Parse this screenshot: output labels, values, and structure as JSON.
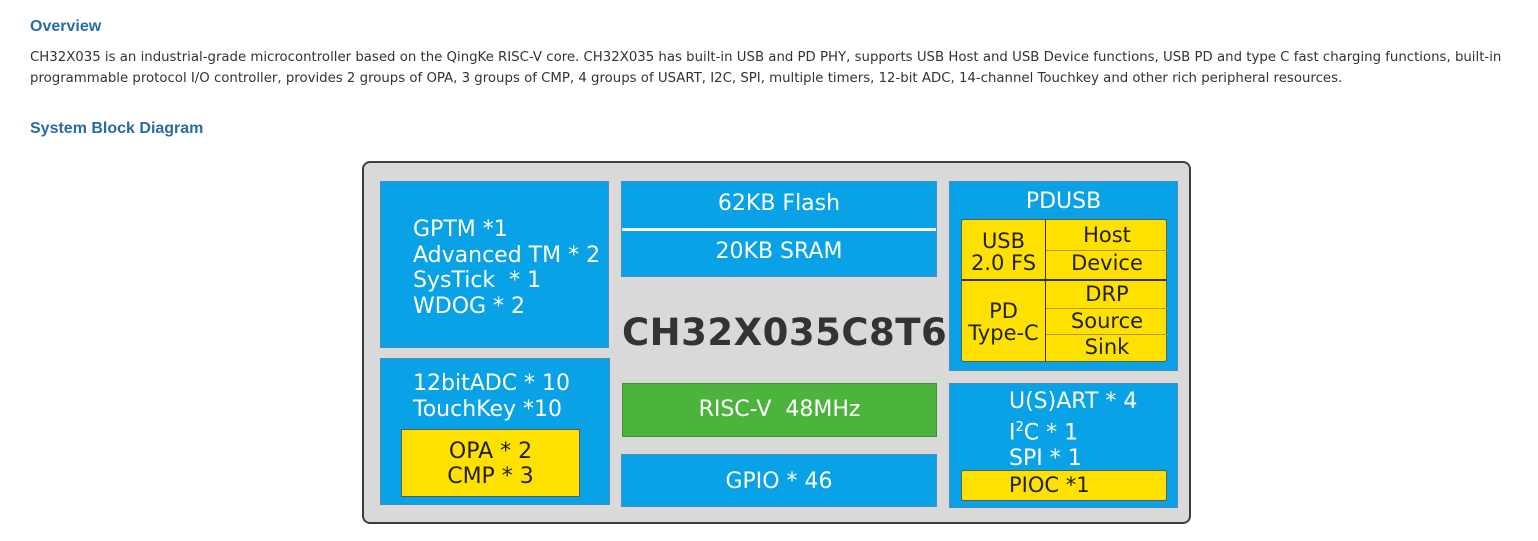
{
  "overview": {
    "heading": "Overview",
    "text": "CH32X035 is an industrial-grade microcontroller based on the QingKe RISC-V core. CH32X035 has built-in USB and PD PHY, supports USB Host and USB Device functions, USB PD and type C fast charging functions, built-in programmable protocol I/O controller, provides 2 groups of OPA, 3 groups of CMP, 4 groups of USART, I2C, SPI, multiple timers, 12-bit ADC, 14-channel Touchkey and other rich peripheral resources."
  },
  "diagram_section": {
    "heading": "System Block Diagram"
  },
  "diagram": {
    "chip_name": "CH32X035C8T6",
    "timers": [
      "GPTM *1",
      "Advanced TM * 2",
      "SysTick  * 1",
      "WDOG * 2"
    ],
    "analog": {
      "lines": [
        "12bitADC * 10",
        "TouchKey *10"
      ],
      "yellow_lines": [
        "OPA * 2",
        "CMP * 3"
      ]
    },
    "memory": {
      "flash": "62KB Flash",
      "sram": "20KB SRAM"
    },
    "core": "RISC-V  48MHz",
    "gpio": "GPIO * 46",
    "pdusb": {
      "title": "PDUSB",
      "usb_label_1": "USB",
      "usb_label_2": "2.0 FS",
      "host": "Host",
      "device": "Device",
      "pd_label_1": "PD",
      "pd_label_2": "Type-C",
      "drp": "DRP",
      "source": "Source",
      "sink": "Sink"
    },
    "comm": {
      "usart": "U(S)ART * 4",
      "i2c_prefix": "I",
      "i2c_sup": "2",
      "i2c_suffix": "C * 1",
      "spi": "SPI * 1",
      "pioc": "PIOC *1"
    },
    "colors": {
      "block_blue": "#0aa2e6",
      "block_green": "#4cb43c",
      "block_yellow": "#ffe100",
      "panel_gray": "#d9d9d9",
      "heading_blue": "#2a6ba3"
    }
  }
}
